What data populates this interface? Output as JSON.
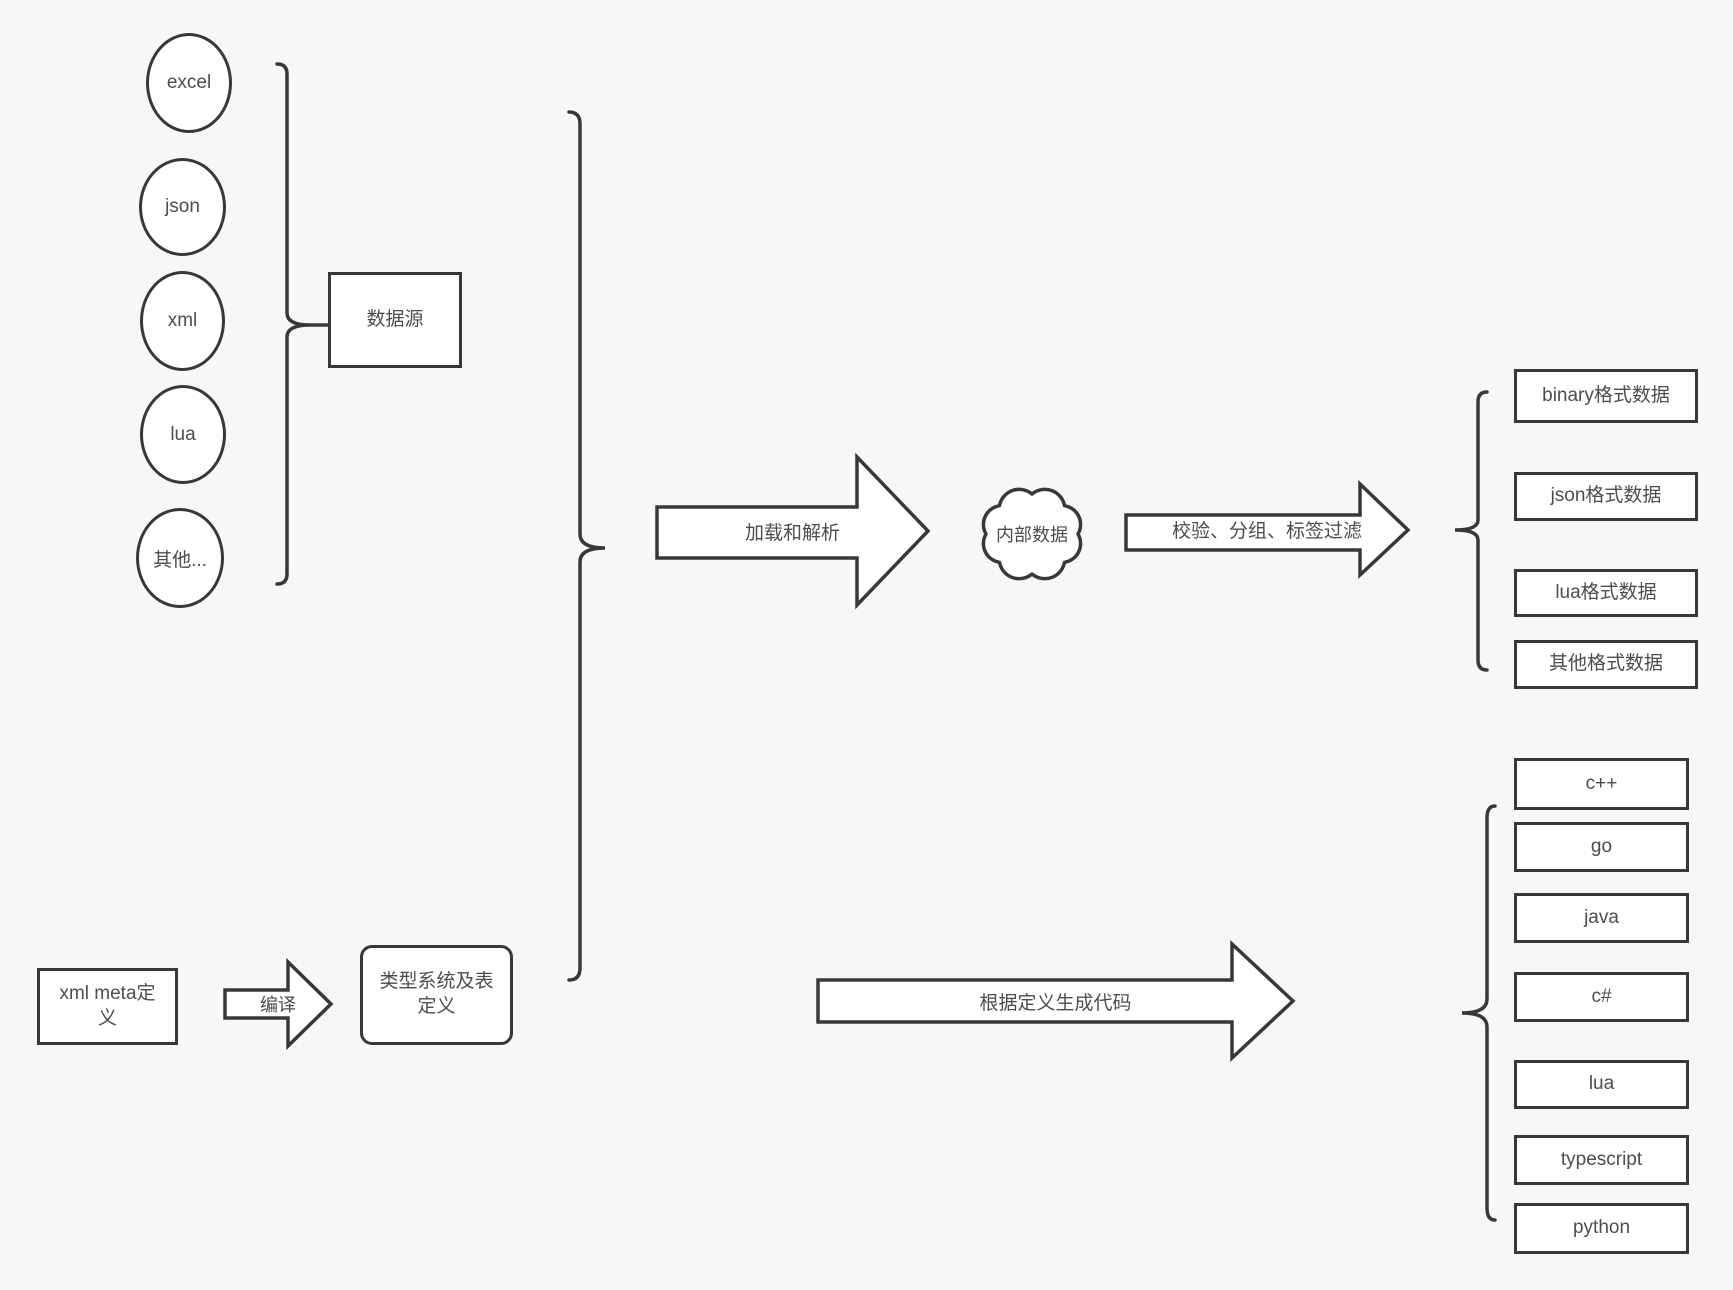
{
  "colors": {
    "background": "#f7f7f7",
    "stroke": "#383838",
    "text": "#4d4d4d",
    "shape_fill": "#ffffff"
  },
  "sources": {
    "group_label": "数据源",
    "items": [
      "excel",
      "json",
      "xml",
      "lua",
      "其他..."
    ]
  },
  "pipeline": {
    "load_arrow_label": "加载和解析",
    "internal_data_label": "内部数据",
    "filter_arrow_label": "校验、分组、标签过滤"
  },
  "outputs": {
    "items": [
      "binary格式数据",
      "json格式数据",
      "lua格式数据",
      "其他格式数据"
    ]
  },
  "definition": {
    "meta_label": "xml meta定义",
    "compile_arrow_label": "编译",
    "type_system_label": "类型系统及表定义",
    "codegen_arrow_label": "根据定义生成代码"
  },
  "languages": {
    "items": [
      "c++",
      "go",
      "java",
      "c#",
      "lua",
      "typescript",
      "python"
    ]
  }
}
